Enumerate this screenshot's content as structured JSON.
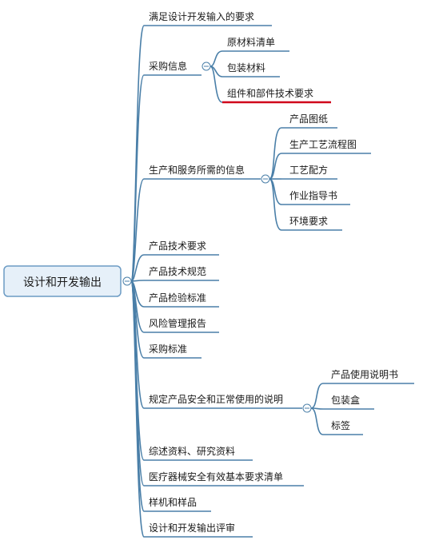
{
  "root": {
    "label": "设计和开发输出"
  },
  "nodes": {
    "n1": {
      "label": "满足设计开发输入的要求"
    },
    "n2": {
      "label": "采购信息"
    },
    "n2a": {
      "label": "原材料清单"
    },
    "n2b": {
      "label": "包装材料"
    },
    "n2c": {
      "label": "组件和部件技术要求"
    },
    "n3": {
      "label": "生产和服务所需的信息"
    },
    "n3a": {
      "label": "产品图纸"
    },
    "n3b": {
      "label": "生产工艺流程图"
    },
    "n3c": {
      "label": "工艺配方"
    },
    "n3d": {
      "label": "作业指导书"
    },
    "n3e": {
      "label": "环境要求"
    },
    "n4": {
      "label": "产品技术要求"
    },
    "n5": {
      "label": "产品技术规范"
    },
    "n6": {
      "label": "产品检验标准"
    },
    "n7": {
      "label": "风险管理报告"
    },
    "n8": {
      "label": "采购标准"
    },
    "n9": {
      "label": "规定产品安全和正常使用的说明"
    },
    "n9a": {
      "label": "产品使用说明书"
    },
    "n9b": {
      "label": "包装盒"
    },
    "n9c": {
      "label": "标签"
    },
    "n10": {
      "label": "综述资料、研究资料"
    },
    "n11": {
      "label": "医疗器械安全有效基本要求清单"
    },
    "n12": {
      "label": "样机和样品"
    },
    "n13": {
      "label": "设计和开发输出评审"
    }
  },
  "colors": {
    "line": "#4a7fa8",
    "root_fill": "#e6f0f9",
    "root_border": "#6c9bc4",
    "highlight": "#d0021b",
    "collapse_fill": "#ffffff"
  }
}
